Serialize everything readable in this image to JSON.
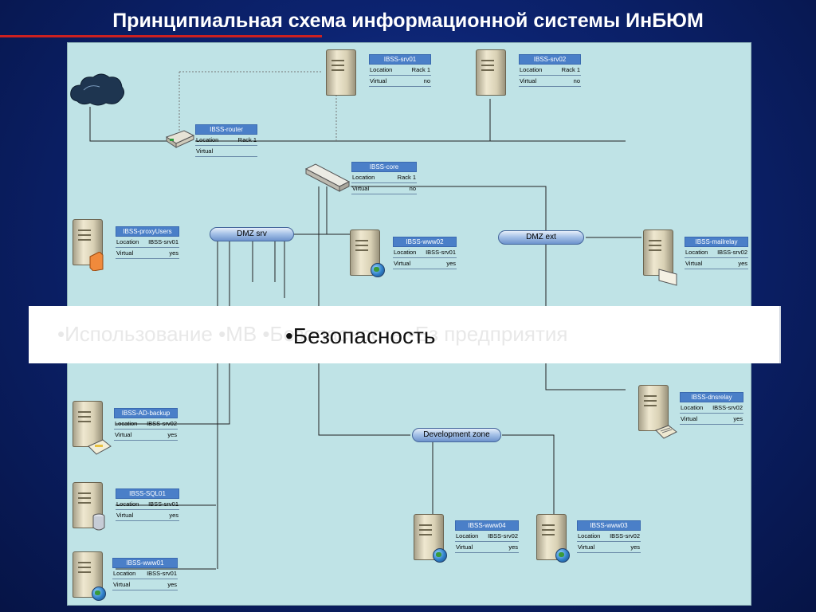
{
  "title": "Принципиальная схема информационной системы ИнБЮМ",
  "networks": {
    "dmz_srv": "DMZ srv",
    "dmz_ext": "DMZ ext",
    "dev_zone": "Development zone"
  },
  "labels": {
    "location": "Location",
    "virtual": "Virtual"
  },
  "nodes": {
    "srv01": {
      "name": "IBSS-srv01",
      "location": "Rack 1",
      "virtual": "no"
    },
    "srv02": {
      "name": "IBSS-srv02",
      "location": "Rack 1",
      "virtual": "no"
    },
    "router": {
      "name": "IBSS-router",
      "location": "Rack 1",
      "virtual": ""
    },
    "core": {
      "name": "IBSS-core",
      "location": "Rack 1",
      "virtual": "no"
    },
    "proxy": {
      "name": "IBSS-proxyUsers",
      "location": "IBSS-srv01",
      "virtual": "yes"
    },
    "www02": {
      "name": "IBSS-www02",
      "location": "IBSS-srv01",
      "virtual": "yes"
    },
    "mailrelay": {
      "name": "IBSS-mailrelay",
      "location": "IBSS-srv02",
      "virtual": "yes"
    },
    "dnsrelay": {
      "name": "IBSS-dnsrelay",
      "location": "IBSS-srv02",
      "virtual": "yes"
    },
    "adbackup": {
      "name": "IBSS-AD-backup",
      "location": "IBSS-srv02",
      "virtual": "yes"
    },
    "sql01": {
      "name": "IBSS-SQL01",
      "location": "IBSS-srv01",
      "virtual": "yes"
    },
    "www01": {
      "name": "IBSS-www01",
      "location": "IBSS-srv01",
      "virtual": "yes"
    },
    "www04": {
      "name": "IBSS-www04",
      "location": "IBSS-srv02",
      "virtual": "yes"
    },
    "www03": {
      "name": "IBSS-www03",
      "location": "IBSS-srv02",
      "virtual": "yes"
    }
  },
  "overlay": {
    "bullet_text": "•Безопасность",
    "ghost_text": "•Использование  •МВ  •Безопасность  •Ез предприятия"
  }
}
